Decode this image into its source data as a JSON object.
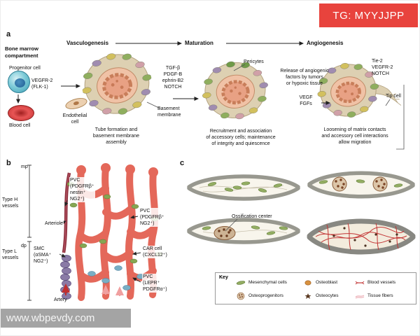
{
  "watermarks": {
    "top": "TG: MYYJJPP",
    "bottom": "www.wbpevdy.com"
  },
  "colors": {
    "watermark_red": "#e8433d",
    "vessel_red": "#e4685a",
    "membrane_tan": "#ddd0b2",
    "lumen_salmon": "#e8a184"
  },
  "panel_a": {
    "label": "a",
    "headers": {
      "stage1": "Vasculogenesis",
      "stage2": "Maturation",
      "stage3": "Angiogenesis"
    },
    "bone_marrow": {
      "title": "Bone marrow\ncompartment",
      "progenitor_cell": "Progenitor cell",
      "vegfr": "VEGFR-2\n(FLK-1)",
      "blood_cell": "Blood cell",
      "endothelial_cell": "Endothelial\ncell"
    },
    "stage1": {
      "factors": "TGF-β\nPDGF-B\nephrin-B2\nNOTCH",
      "basement_membrane": "Basement\nmembrane",
      "caption": "Tube formation and\nbasement membrane\nassembly"
    },
    "stage2": {
      "pericytes": "Pericytes",
      "release": "Release of angiogenic\nfactors by tumors\nor hypoxic tissue",
      "factors": "VEGF\nFGFs",
      "caption": "Recruitment and association\nof accessory cells; maintenance\nof integrity and quiescence"
    },
    "stage3": {
      "receptors": "Tie-2\nVEGFR-2\nNOTCH",
      "tip_cell": "Tip cell",
      "caption": "Loosening of matrix contacts\nand accessory cell interactions\nallow migration"
    }
  },
  "panel_b": {
    "label": "b",
    "zones": {
      "mp": "mp",
      "dp": "dp"
    },
    "type_h": "Type H\nvessels",
    "type_l": "Type L\nvessels",
    "pvc_top": "PVC\n(PDGFRβ⁺\nnestin⁺\nNG2⁺)",
    "arteriole": "Arteriole",
    "pvc_mid": "PVC\n(PDGFRβ⁺\nNG2⁺)",
    "smc": "SMC\n(αSMA⁺\nNG2⁺)",
    "car_cell": "CAR cell\n(CXCL12⁺)",
    "pvc_bottom": "PVC\n(LEPR⁺\nPDGFRα⁺)",
    "artery": "Artery"
  },
  "panel_c": {
    "label": "c",
    "ossification": "Ossification center",
    "key": {
      "title": "Key",
      "items": [
        {
          "name": "mesenchymal-cells",
          "label": "Mesenchymal cells"
        },
        {
          "name": "osteoblast",
          "label": "Osteoblast"
        },
        {
          "name": "blood-vessels",
          "label": "Blood vessels"
        },
        {
          "name": "osteoprogenitors",
          "label": "Osteoprogenitors"
        },
        {
          "name": "osteocytes",
          "label": "Osteocytes"
        },
        {
          "name": "tissue-fibers",
          "label": "Tissue fibers"
        }
      ]
    }
  }
}
